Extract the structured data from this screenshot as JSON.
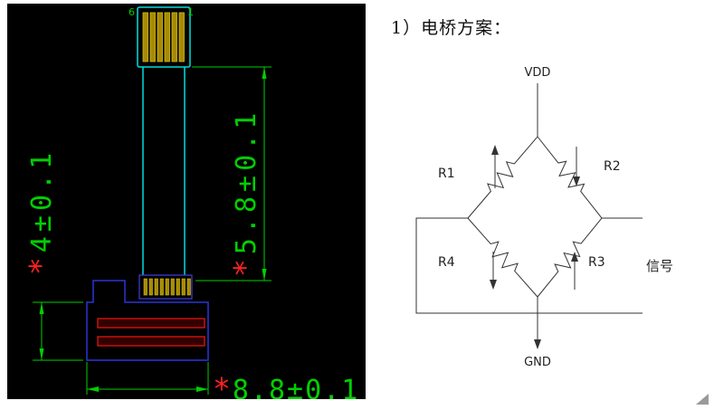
{
  "cad": {
    "pin_number_left": "6",
    "pin_number_right": "1",
    "dims": {
      "body_height": {
        "star": "*",
        "value": "4±0.1"
      },
      "strip_length": {
        "star": "*",
        "value": "5.8±0.1"
      },
      "body_width": {
        "star": "*",
        "value": "8.8±0.1"
      }
    },
    "colors": {
      "background": "#000000",
      "outline_cyan": "#00dede",
      "pin_yellow": "#a68a06",
      "body_blue": "#2a35d6",
      "bar_red": "#dd1510",
      "dimension_green": "#00d000",
      "asterisk_red": "#ff2020"
    }
  },
  "circuit": {
    "heading": "1）电桥方案：",
    "vdd_label": "VDD",
    "gnd_label": "GND",
    "signal_label": "信号",
    "r1_label": "R1",
    "r2_label": "R2",
    "r3_label": "R3",
    "r4_label": "R4"
  }
}
